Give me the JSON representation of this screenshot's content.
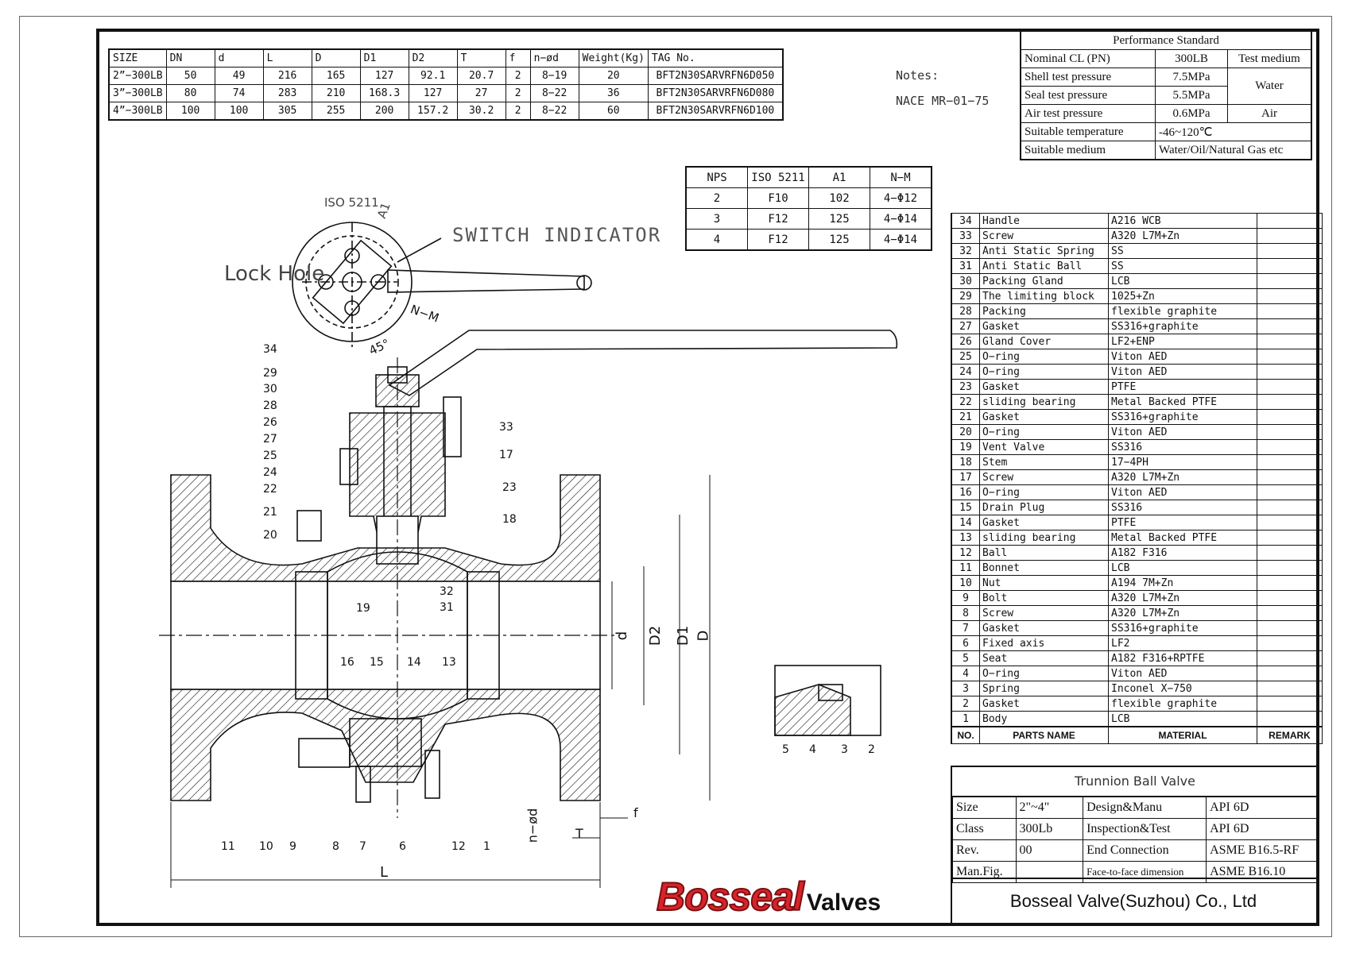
{
  "size_table": {
    "headers": [
      "SIZE",
      "DN",
      "d",
      "L",
      "D",
      "D1",
      "D2",
      "T",
      "f",
      "n−ød",
      "Weight(Kg)",
      "TAG No."
    ],
    "rows": [
      [
        "2”−300LB",
        "50",
        "49",
        "216",
        "165",
        "127",
        "92.1",
        "20.7",
        "2",
        "8−19",
        "20",
        "BFT2N30SARVRFN6D050"
      ],
      [
        "3”−300LB",
        "80",
        "74",
        "283",
        "210",
        "168.3",
        "127",
        "27",
        "2",
        "8−22",
        "36",
        "BFT2N30SARVRFN6D080"
      ],
      [
        "4”−300LB",
        "100",
        "100",
        "305",
        "255",
        "200",
        "157.2",
        "30.2",
        "2",
        "8−22",
        "60",
        "BFT2N30SARVRFN6D100"
      ]
    ]
  },
  "notes": {
    "label": "Notes:",
    "text": "NACE MR−01−75"
  },
  "nps_table": {
    "headers": [
      "NPS",
      "ISO 5211",
      "A1",
      "N−M"
    ],
    "rows": [
      [
        "2",
        "F10",
        "102",
        "4−Φ12"
      ],
      [
        "3",
        "F12",
        "125",
        "4−Φ14"
      ],
      [
        "4",
        "F12",
        "125",
        "4−Φ14"
      ]
    ]
  },
  "performance": {
    "title": "Performance Standard",
    "rows": [
      [
        "Nominal CL (PN)",
        "300LB",
        "Test medium"
      ],
      [
        "Shell test pressure",
        "7.5MPa",
        "Water"
      ],
      [
        "Seal test pressure",
        "5.5MPa",
        ""
      ],
      [
        "Air test pressure",
        "0.6MPa",
        "Air"
      ],
      [
        "Suitable temperature",
        "-46~120℃",
        ""
      ],
      [
        "Suitable medium",
        "Water/Oil/Natural Gas etc",
        ""
      ]
    ]
  },
  "parts": {
    "headers": [
      "NO.",
      "PARTS NAME",
      "MATERIAL",
      "REMARK"
    ],
    "rows": [
      [
        "34",
        "Handle",
        "A216 WCB"
      ],
      [
        "33",
        "Screw",
        "A320 L7M+Zn"
      ],
      [
        "32",
        "Anti Static Spring",
        "SS"
      ],
      [
        "31",
        "Anti Static Ball",
        "SS"
      ],
      [
        "30",
        "Packing Gland",
        "LCB"
      ],
      [
        "29",
        "The limiting block",
        "1025+Zn"
      ],
      [
        "28",
        "Packing",
        "flexible graphite"
      ],
      [
        "27",
        "Gasket",
        "SS316+graphite"
      ],
      [
        "26",
        "Gland Cover",
        "LF2+ENP"
      ],
      [
        "25",
        "O−ring",
        "Viton AED"
      ],
      [
        "24",
        "O−ring",
        "Viton AED"
      ],
      [
        "23",
        "Gasket",
        "PTFE"
      ],
      [
        "22",
        "sliding bearing",
        "Metal Backed PTFE"
      ],
      [
        "21",
        "Gasket",
        "SS316+graphite"
      ],
      [
        "20",
        "O−ring",
        "Viton AED"
      ],
      [
        "19",
        "Vent Valve",
        "SS316"
      ],
      [
        "18",
        "Stem",
        "17−4PH"
      ],
      [
        "17",
        "Screw",
        "A320 L7M+Zn"
      ],
      [
        "16",
        "O−ring",
        "Viton AED"
      ],
      [
        "15",
        "Drain Plug",
        "SS316"
      ],
      [
        "14",
        "Gasket",
        "PTFE"
      ],
      [
        "13",
        "sliding bearing",
        "Metal Backed PTFE"
      ],
      [
        "12",
        "Ball",
        "A182 F316"
      ],
      [
        "11",
        "Bonnet",
        "LCB"
      ],
      [
        "10",
        "Nut",
        "A194 7M+Zn"
      ],
      [
        "9",
        "Bolt",
        "A320 L7M+Zn"
      ],
      [
        "8",
        "Screw",
        "A320 L7M+Zn"
      ],
      [
        "7",
        "Gasket",
        "SS316+graphite"
      ],
      [
        "6",
        "Fixed axis",
        "LF2"
      ],
      [
        "5",
        "Seat",
        "A182 F316+RPTFE"
      ],
      [
        "4",
        "O−ring",
        "Viton AED"
      ],
      [
        "3",
        "Spring",
        "Inconel X−750"
      ],
      [
        "2",
        "Gasket",
        "flexible graphite"
      ],
      [
        "1",
        "Body",
        "LCB"
      ]
    ]
  },
  "title_block": {
    "product": "Trunnion Ball Valve",
    "rows": [
      [
        "Size",
        "2\"~4\"",
        "Design&Manu",
        "API 6D"
      ],
      [
        "Class",
        "300Lb",
        "Inspection&Test",
        "API 6D"
      ],
      [
        "Rev.",
        "00",
        "End Connection",
        "ASME B16.5-RF"
      ],
      [
        "Man.Fig.",
        "",
        "Face-to-face dimension",
        "ASME B16.10"
      ]
    ],
    "company": "Bosseal Valve(Suzhou) Co., Ltd"
  },
  "logo": {
    "brand": "Bosseal",
    "suffix": "Valves"
  },
  "drawing_labels": {
    "iso": "ISO 5211",
    "a1": "A1",
    "switch": "SWITCH INDICATOR",
    "lock": "Lock Hole",
    "nm": "N−M",
    "deg": "45°",
    "dim_d": "d",
    "dim_d2": "D2",
    "dim_d1": "D1",
    "dim_D": "D",
    "dim_L": "L",
    "dim_nd": "n−ød",
    "dim_f": "f",
    "dim_T": "T",
    "balloons_left": [
      "34",
      "29",
      "30",
      "28",
      "26",
      "27",
      "25",
      "24",
      "22",
      "21",
      "20"
    ],
    "balloons_right": [
      "33",
      "17",
      "23",
      "18"
    ],
    "balloons_mid": [
      "19",
      "32",
      "31"
    ],
    "balloons_lower": [
      "16",
      "15",
      "14",
      "13"
    ],
    "balloons_bottom": [
      "11",
      "10",
      "9",
      "8",
      "7",
      "6",
      "12",
      "1"
    ],
    "detail": [
      "5",
      "4",
      "3",
      "2"
    ]
  }
}
